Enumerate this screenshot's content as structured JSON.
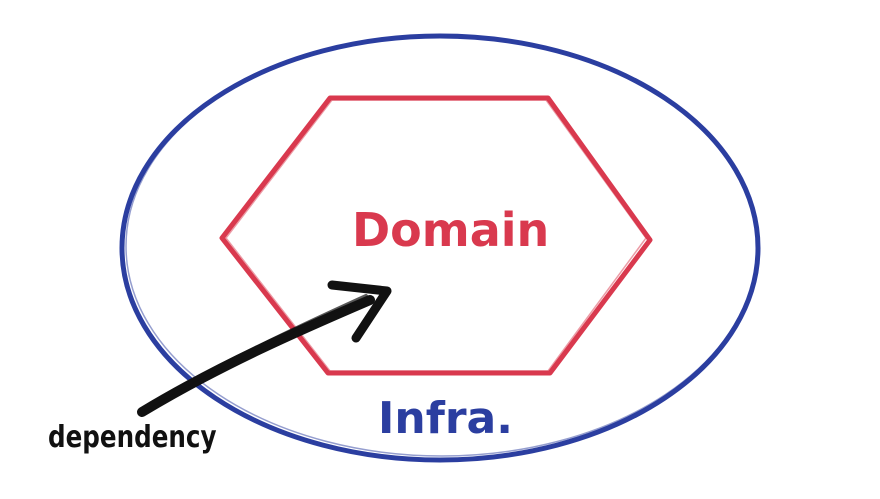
{
  "diagram": {
    "nodes": [
      {
        "id": "infra",
        "label": "Infra.",
        "shape": "ellipse",
        "color": "#2b3ea0"
      },
      {
        "id": "domain",
        "label": "Domain",
        "shape": "hexagon",
        "color": "#d9394e"
      }
    ],
    "edges": [
      {
        "from": "infra",
        "to": "domain",
        "label": "dependency",
        "color": "#111111"
      }
    ]
  }
}
